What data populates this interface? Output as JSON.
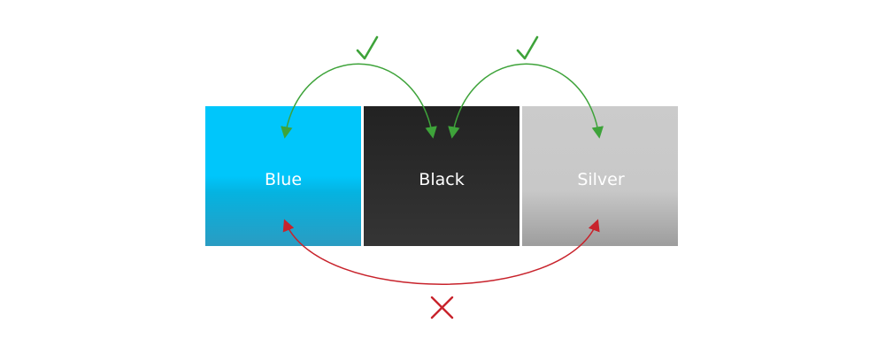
{
  "swatches": [
    {
      "id": "blue",
      "label": "Blue",
      "color": "#00c6fb"
    },
    {
      "id": "black",
      "label": "Black",
      "color": "#252525"
    },
    {
      "id": "silver",
      "label": "Silver",
      "color": "#cbcbcb"
    }
  ],
  "connections": [
    {
      "from": "blue",
      "to": "black",
      "compatible": true,
      "mark_icon": "check-icon",
      "color": "#3ea33a"
    },
    {
      "from": "black",
      "to": "silver",
      "compatible": true,
      "mark_icon": "check-icon",
      "color": "#3ea33a"
    },
    {
      "from": "blue",
      "to": "silver",
      "compatible": false,
      "mark_icon": "cross-icon",
      "color": "#c8232c"
    }
  ]
}
